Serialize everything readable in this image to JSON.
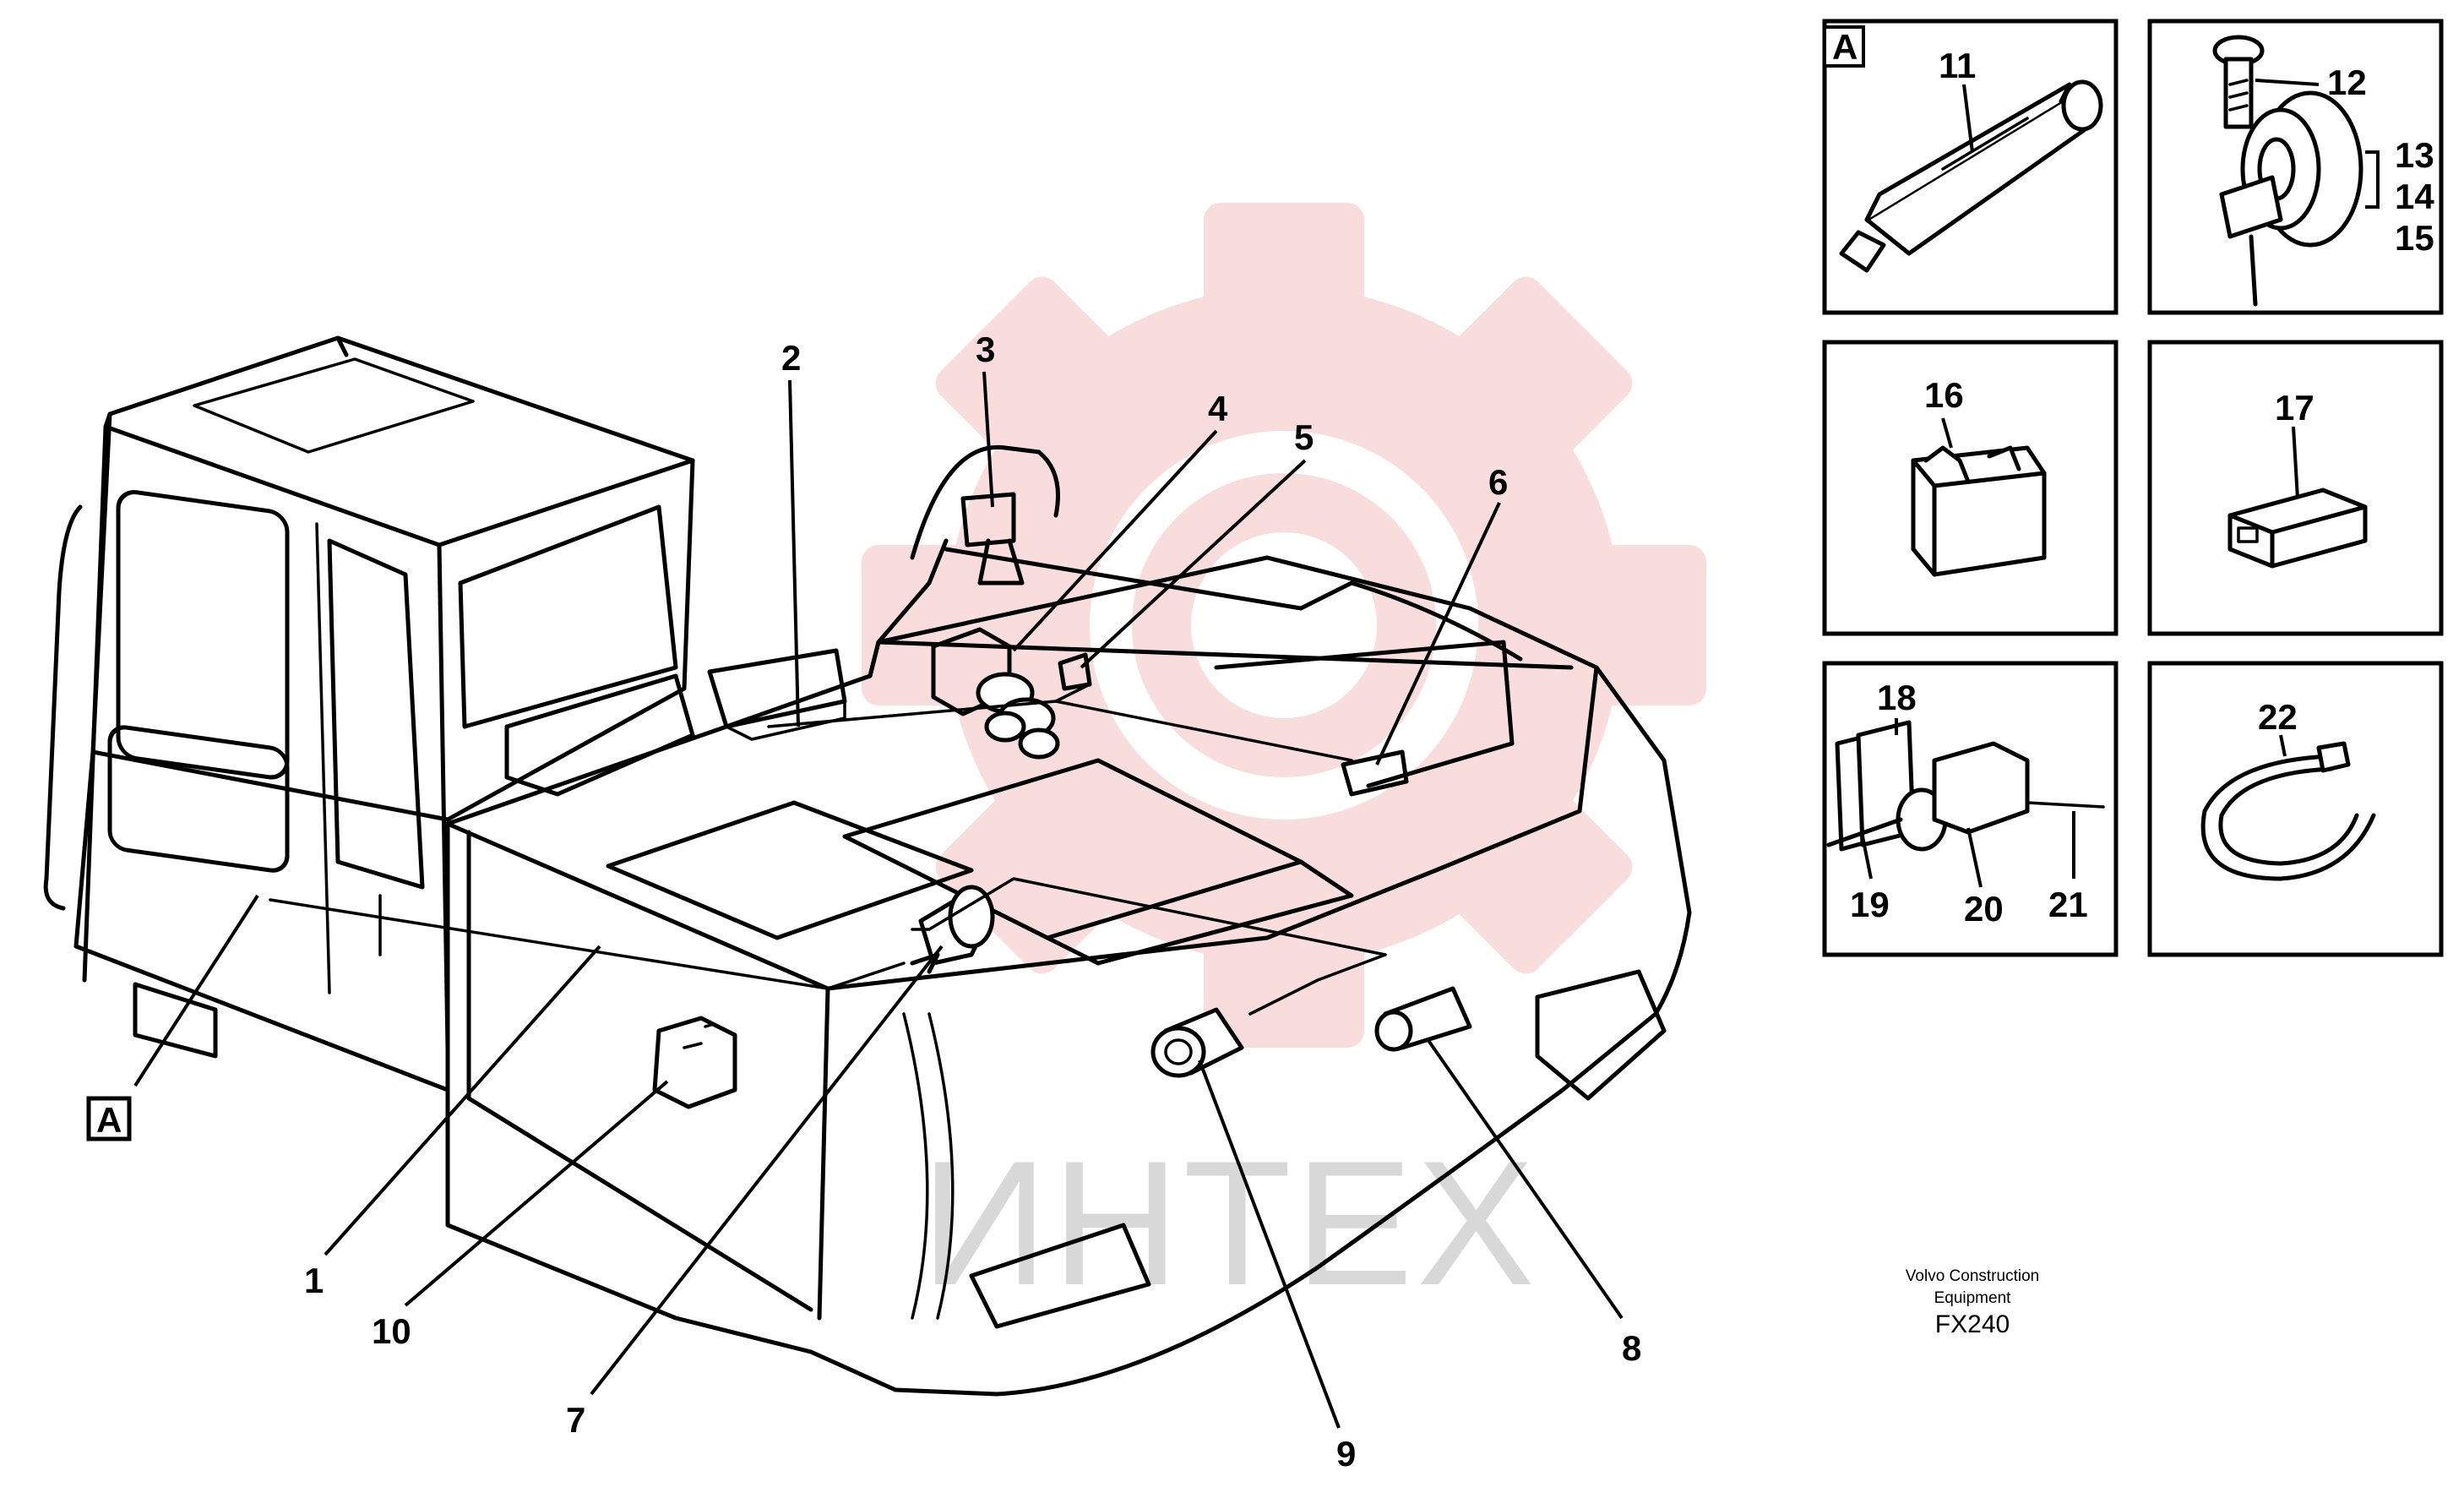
{
  "watermark": {
    "text": "ИНТЕХ",
    "gear_color": "#f9dcdc"
  },
  "callouts": {
    "c1": "1",
    "c2": "2",
    "c3": "3",
    "c4": "4",
    "c5": "5",
    "c6": "6",
    "c7": "7",
    "c8": "8",
    "c9": "9",
    "c10": "10",
    "c11": "11",
    "c12": "12",
    "c13": "13",
    "c14": "14",
    "c15": "15",
    "c16": "16",
    "c17": "17",
    "c18": "18",
    "c19": "19",
    "c20": "20",
    "c21": "21",
    "c22": "22"
  },
  "view_marker": "A",
  "detail_marker": "A",
  "caption": {
    "line1": "Volvo Construction",
    "line2": "Equipment",
    "code": "FX240"
  }
}
